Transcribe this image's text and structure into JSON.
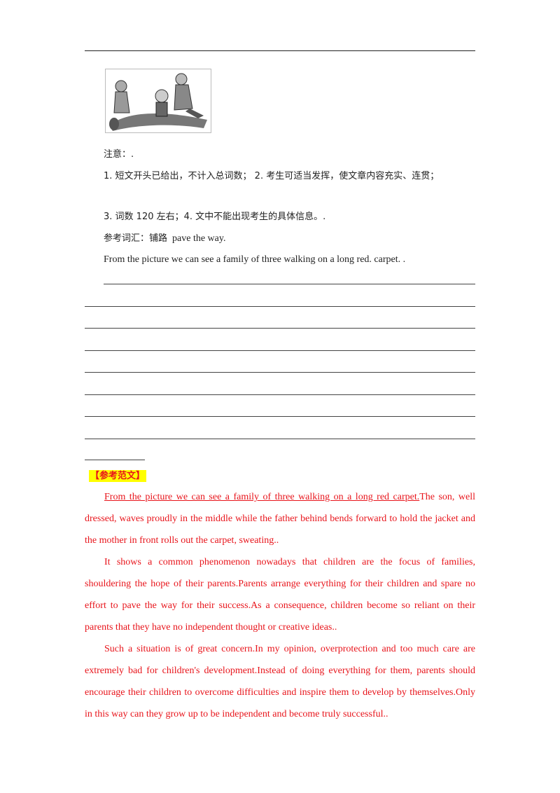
{
  "notes": {
    "heading": "注意：.",
    "item1": "1.  短文开头已给出，不计入总词数；  2.  考生可适当发挥，使文章内容充实、连贯；",
    "item2": "3.  词数 120 左右；4.  文中不能出现考生的具体信息。.",
    "vocab_label": "参考词汇：铺路",
    "vocab_term": "pave the way."
  },
  "prompt_sentence": "From the picture we can see a family of three walking on a long red.  carpet.  .",
  "writing_lines_count": 8,
  "sample": {
    "heading": "【参考范文】",
    "p1_lead": "From  the  picture  we  can  see  a  family  of  three  walking  on  a  long  red  carpet.",
    "p1_rest": "The son, well dressed, waves proudly in the middle while the father behind bends forward to hold the jacket and the mother in front rolls out the carpet, sweating..",
    "p2": "It shows a common phenomenon nowadays that children are the focus of families, shouldering the hope of their parents.Parents arrange everything for their children and spare no effort to pave the way for their success.As a consequence, children become so reliant on their parents that they have no independent thought or creative ideas..",
    "p3": "Such a situation is of great concern.In my opinion, overprotection and too much care are extremely bad for children's development.Instead of doing everything for them, parents should encourage their children to overcome difficulties and inspire them to develop by themselves.Only in this way can they grow up to be independent and become truly successful.."
  }
}
